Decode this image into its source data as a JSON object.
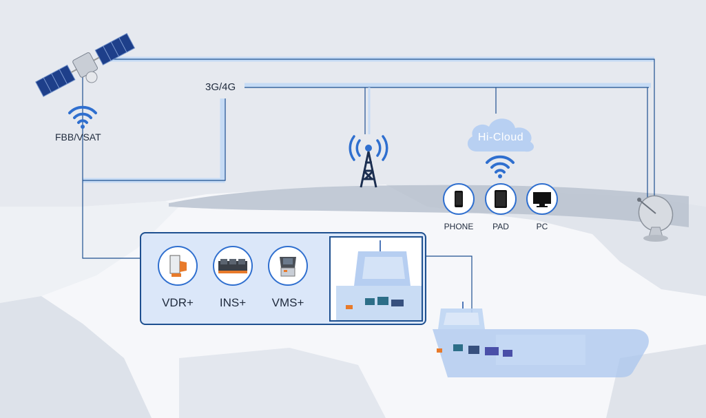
{
  "labels": {
    "satellite_link": "FBB/VSAT",
    "cellular": "3G/4G",
    "cloud": "Hi-Cloud"
  },
  "devices": [
    {
      "label": "PHONE",
      "icon": "phone-icon"
    },
    {
      "label": "PAD",
      "icon": "tablet-icon"
    },
    {
      "label": "PC",
      "icon": "monitor-icon"
    }
  ],
  "systems": [
    {
      "label": "VDR+",
      "icon": "vdr-device-icon"
    },
    {
      "label": "INS+",
      "icon": "ins-console-icon"
    },
    {
      "label": "VMS+",
      "icon": "vms-console-icon"
    }
  ],
  "colors": {
    "accent": "#2f6fcf",
    "line_dark": "#1d4f8f",
    "line_light": "#cfe0f6",
    "land": "#e4e8ef",
    "ocean": "#f4f6f9"
  }
}
